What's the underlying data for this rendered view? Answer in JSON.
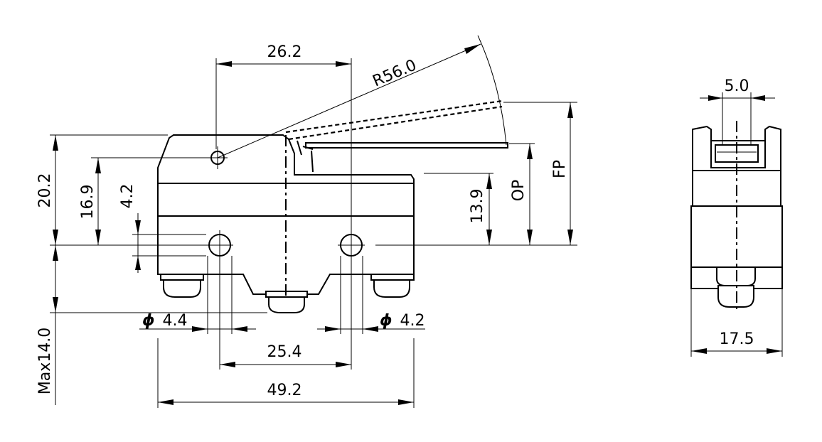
{
  "diagram": {
    "front_view": {
      "dimensions": {
        "pivot_to_center": "26.2",
        "lever_radius": "R56.0",
        "overall_height": "20.2",
        "pivot_height": "16.9",
        "hole_offset": "4.2",
        "operating_height": "13.9",
        "operating_position": "OP",
        "free_position": "FP",
        "max_terminal_length": "Max14.0",
        "left_hole_diameter": "4.4",
        "right_hole_diameter": "4.2",
        "hole_pitch": "25.4",
        "overall_length": "49.2"
      },
      "diameter_symbol": "ϕ"
    },
    "side_view": {
      "dimensions": {
        "roller_width": "5.0",
        "body_width": "17.5"
      }
    }
  }
}
